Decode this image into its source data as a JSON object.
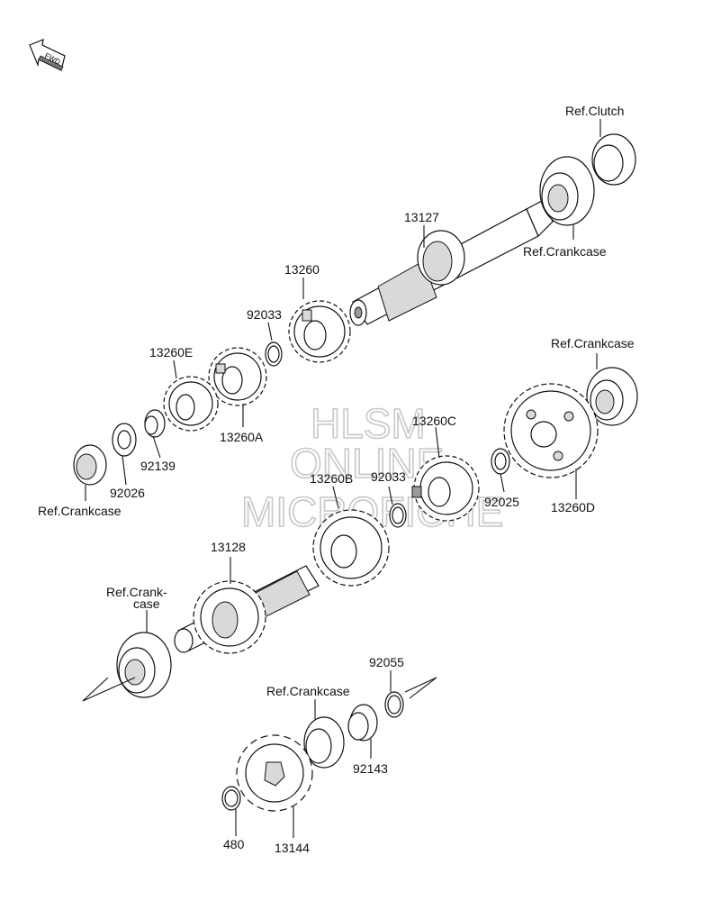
{
  "diagram": {
    "fwd_label": "FWD",
    "watermark": [
      "HLSM",
      "ONLINE",
      "MICROFICHE"
    ],
    "labels": {
      "ref_clutch": "Ref.Clutch",
      "p13127": "13127",
      "ref_crankcase_top": "Ref.Crankcase",
      "p13260": "13260",
      "p92033_top": "92033",
      "p13260E": "13260E",
      "p13260A": "13260A",
      "ref_crankcase_right": "Ref.Crankcase",
      "p13260C": "13260C",
      "p92139": "92139",
      "p92026": "92026",
      "ref_crankcase_left": "Ref.Crankcase",
      "p13260B": "13260B",
      "p92033_mid": "92033",
      "p92025": "92025",
      "p13260D": "13260D",
      "p13128": "13128",
      "ref_crank_case_line1": "Ref.Crank-",
      "ref_crank_case_line2": "case",
      "p92055": "92055",
      "ref_crankcase_bottom": "Ref.Crankcase",
      "p92143": "92143",
      "p480": "480",
      "p13144": "13144"
    }
  }
}
